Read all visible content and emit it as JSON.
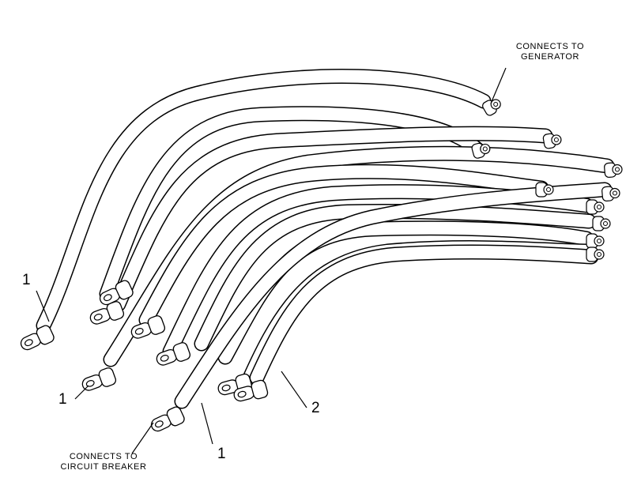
{
  "labels": {
    "generator_line1": "CONNECTS TO",
    "generator_line2": "GENERATOR",
    "breaker_line1": "CONNECTS TO",
    "breaker_line2": "CIRCUIT BREAKER",
    "item1_a": "1",
    "item1_b": "1",
    "item1_c": "1",
    "item2": "2"
  }
}
